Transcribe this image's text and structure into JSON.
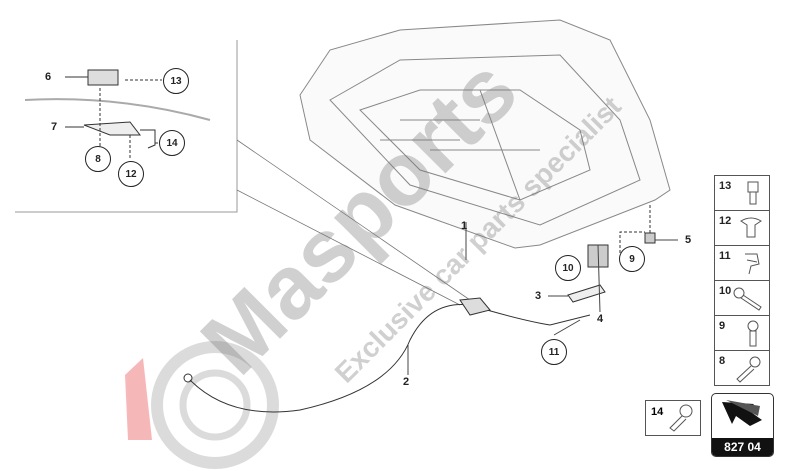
{
  "diagram": {
    "callouts": {
      "n1": "1",
      "n2": "2",
      "n3": "3",
      "n4": "4",
      "n5": "5",
      "n6": "6",
      "n7": "7"
    },
    "circled": {
      "c8": "8",
      "c9": "9",
      "c10": "10",
      "c11": "11",
      "c12": "12",
      "c13": "13",
      "c14": "14"
    },
    "parts_panel": [
      "13",
      "12",
      "11",
      "10",
      "9",
      "8"
    ],
    "part_14": "14",
    "group_code": "827 04"
  },
  "watermark": {
    "brand": "Masports",
    "tagline": "Exclusive car parts specialist"
  },
  "colors": {
    "line": "#333333",
    "watermark": "#c8c8c8",
    "logo_red": "#e8333a"
  }
}
